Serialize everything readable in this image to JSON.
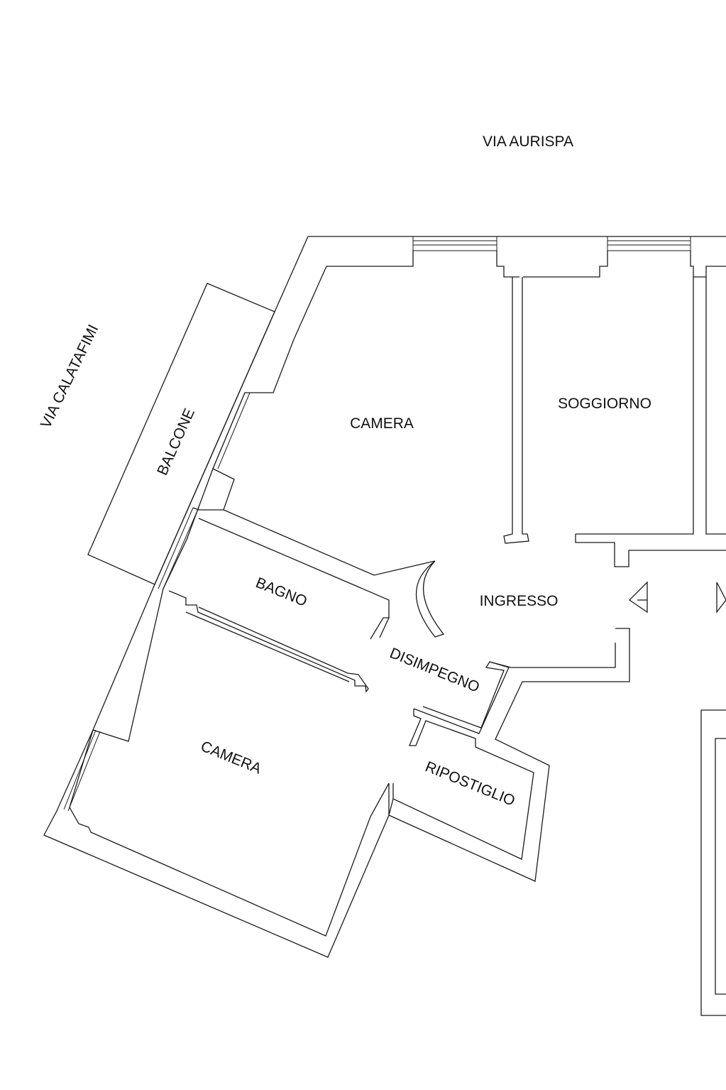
{
  "streets": {
    "north": "VIA AURISPA",
    "west": "VIA CALATAFIMI"
  },
  "rooms": {
    "camera_north": "CAMERA",
    "soggiorno": "SOGGIORNO",
    "balcone": "BALCONE",
    "bagno": "BAGNO",
    "ingresso": "INGRESSO",
    "disimpegno": "DISIMPEGNO",
    "camera_south": "CAMERA",
    "ripostiglio": "RIPOSTIGLIO"
  },
  "colors": {
    "line": "#1a1a1a",
    "background": "#ffffff"
  }
}
